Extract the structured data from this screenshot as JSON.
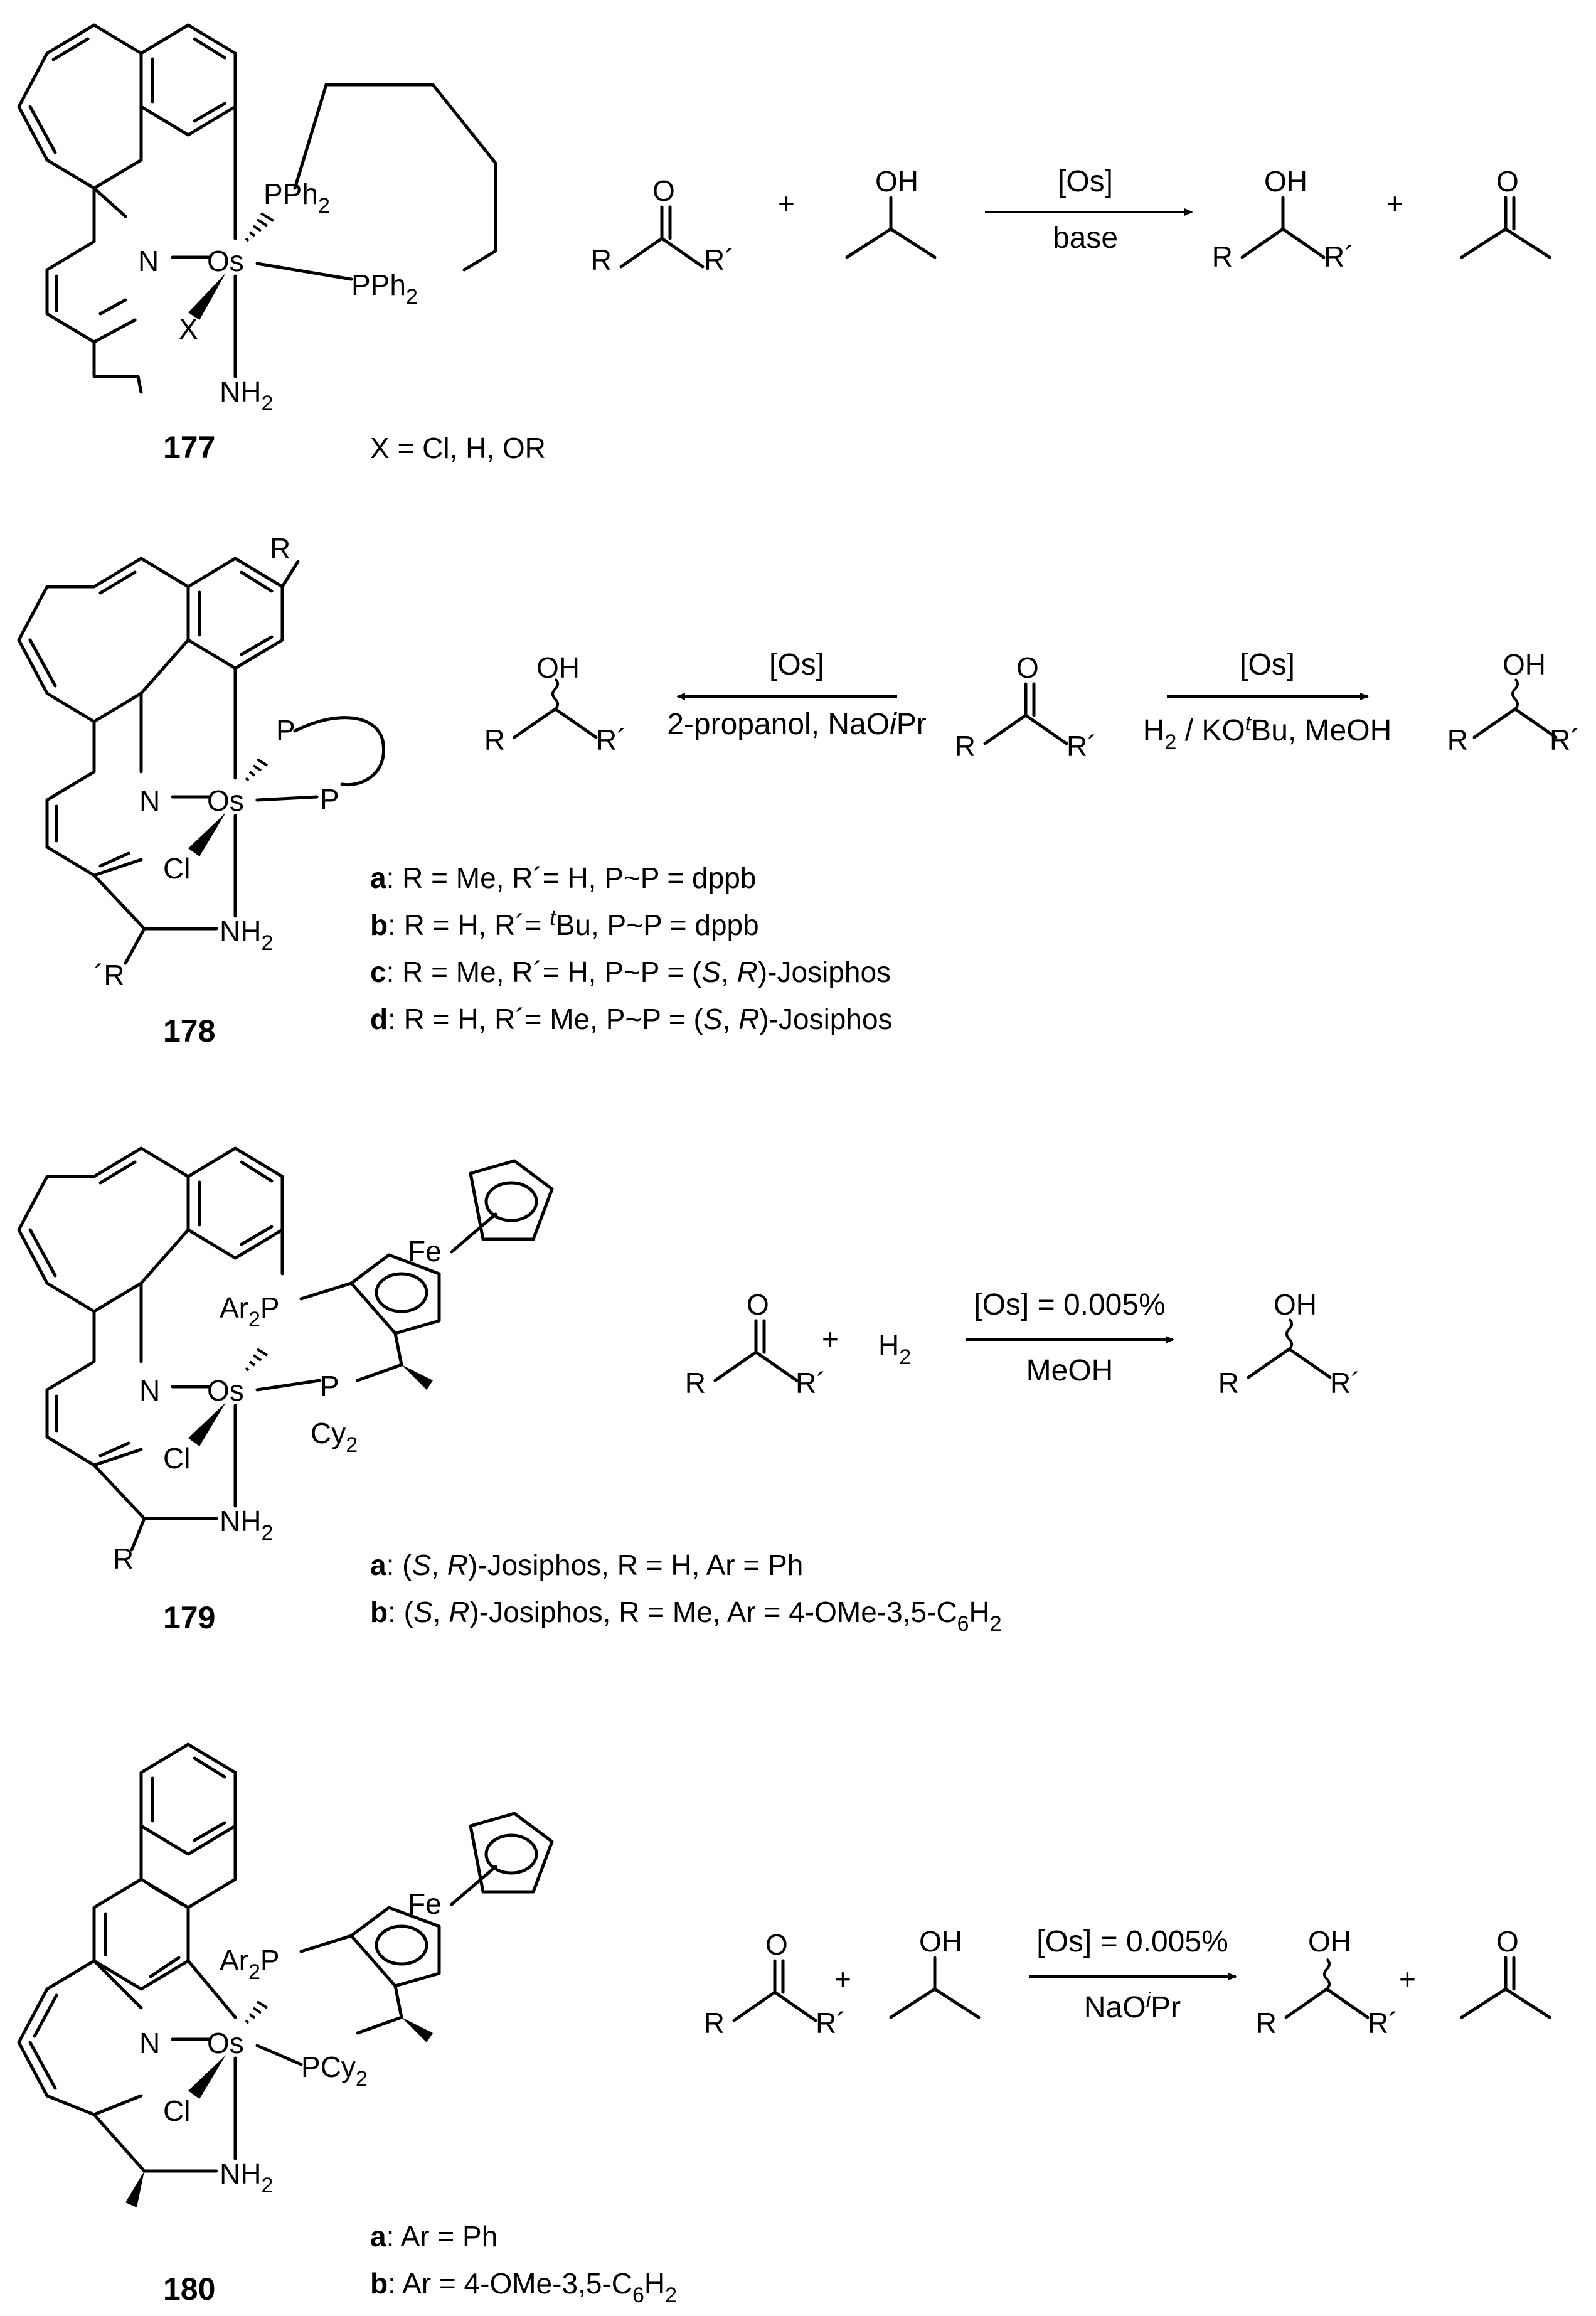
{
  "atoms": {
    "Os": "Os",
    "N": "N",
    "NH2": "NH",
    "sub2": "2",
    "PPh2": "PPh",
    "X": "X",
    "Cl": "Cl",
    "P": "P",
    "R": "R",
    "Rp": "R´",
    "pR": "´R",
    "O": "O",
    "OH": "OH",
    "Fe": "Fe",
    "Ar2P": "Ar",
    "Cy2": "Cy",
    "PCy2": "PCy",
    "H2": "H",
    "plus": "+"
  },
  "compound177": {
    "number": "177",
    "x_def": "X = Cl, H, OR",
    "arrow_top": "[Os]",
    "arrow_bottom": "base"
  },
  "compound178": {
    "number": "178",
    "left_arrow_top": "[Os]",
    "left_arrow_bottom": "2-propanol, NaO",
    "left_arrow_bottom_it": "i",
    "left_arrow_bottom_end": "Pr",
    "right_arrow_top": "[Os]",
    "right_arrow_bottom_a": "H",
    "right_arrow_bottom_b": " / KO",
    "right_arrow_bottom_sup": "t",
    "right_arrow_bottom_c": "Bu, MeOH",
    "variants": [
      {
        "key": "a",
        "text": ": R = Me, R´= H, P~P = dppb"
      },
      {
        "key": "b",
        "text1": ": R = H, R´= ",
        "sup": "t",
        "text2": "Bu, P~P = dppb"
      },
      {
        "key": "c",
        "text1": ": R = Me, R´= H, P~P = (",
        "it1": "S",
        "mid": ", ",
        "it2": "R",
        "text2": ")-Josiphos"
      },
      {
        "key": "d",
        "text1": ": R = H, R´= Me, P~P = (",
        "it1": "S",
        "mid": ", ",
        "it2": "R",
        "text2": ")-Josiphos"
      }
    ]
  },
  "compound179": {
    "number": "179",
    "arrow_top": "[Os] = 0.005%",
    "arrow_bottom": "MeOH",
    "variants": [
      {
        "key": "a",
        "p1": ": (",
        "it1": "S",
        "mid": ", ",
        "it2": "R",
        "p2": ")-Josiphos, R = H, Ar = Ph"
      },
      {
        "key": "b",
        "p1": ": (",
        "it1": "S",
        "mid": ", ",
        "it2": "R",
        "p2": ")-Josiphos, R = Me, Ar = 4-OMe-3,5-C",
        "sub1": "6",
        "p3": "H",
        "sub2": "2"
      }
    ]
  },
  "compound180": {
    "number": "180",
    "arrow_top": "[Os] = 0.005%",
    "arrow_bottom_a": "NaO",
    "arrow_bottom_sup": "i",
    "arrow_bottom_b": "Pr",
    "variants": [
      {
        "key": "a",
        "text": ": Ar = Ph"
      },
      {
        "key": "b",
        "text": ": Ar = 4-OMe-3,5-C",
        "sub1": "6",
        "text2": "H",
        "sub2": "2"
      }
    ]
  }
}
